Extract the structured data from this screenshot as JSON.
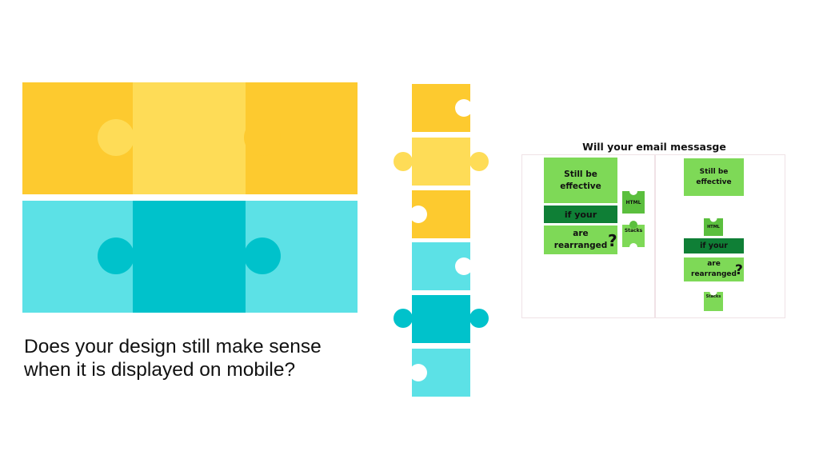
{
  "question": {
    "line1": "Does your design still make sense",
    "line2": "when it is displayed on mobile?"
  },
  "email_panel": {
    "title": "Will your email messasge",
    "desktop": {
      "box1": {
        "line1": "Still be",
        "line2": "effective"
      },
      "box2": "if your",
      "box3": {
        "line1": "are",
        "line2": "rearranged"
      },
      "qmark": "?",
      "piece_html": "HTML",
      "piece_stacks": "Stacks"
    },
    "mobile": {
      "box1": {
        "line1": "Still be",
        "line2": "effective"
      },
      "piece_html": "HTML",
      "box2": "if your",
      "box3": {
        "line1": "are",
        "line2": "rearranged"
      },
      "qmark": "?",
      "piece_stacks": "Stacks"
    }
  },
  "colors": {
    "yellow_dark": "#fdca2f",
    "yellow_light": "#fedc57",
    "cyan_light": "#5ce1e6",
    "cyan_dark": "#00c2cb",
    "green_light": "#7ed957",
    "green_dark": "#0f7f36",
    "green_piece": "#5bbf3e"
  }
}
